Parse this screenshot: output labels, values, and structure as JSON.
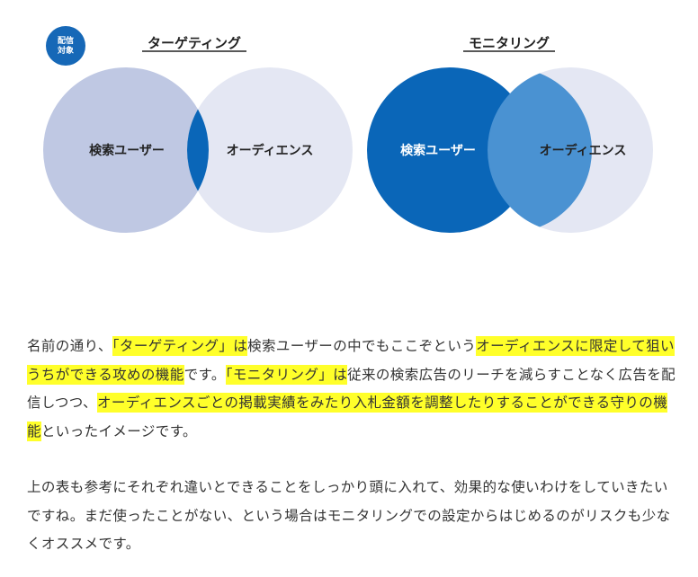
{
  "badge": {
    "line1": "配信",
    "line2": "対象",
    "color": "#1668b7"
  },
  "venn_left": {
    "title": "ターゲティング",
    "left_label": "検索ユーザー",
    "right_label": "オーディエンス",
    "left_color": "#bfc8e3",
    "right_color": "#e4e7f3",
    "overlap_color": "#0a66b8",
    "highlighted": "overlap"
  },
  "venn_right": {
    "title": "モニタリング",
    "left_label": "検索ユーザー",
    "right_label": "オーディエンス",
    "left_color": "#0a66b8",
    "right_color": "#e4e7f3",
    "overlap_color": "#4a92d2",
    "highlighted": "left"
  },
  "paragraph1": {
    "p1": "名前の通り、",
    "h1": "「ターゲティング」は",
    "p2": "検索ユーザーの中でもここぞという",
    "h2": "オーディエンスに限定して狙いうちができる攻めの機能",
    "p3": "です。",
    "h3": "「モニタリング」は",
    "p4": "従来の検索広告のリーチを減らすことなく広告を配信しつつ、",
    "h4": "オーディエンスごとの掲載実績をみたり入札金額を調整したりすることができる守りの機能",
    "p5": "といったイメージです。"
  },
  "paragraph2": {
    "text": "上の表も参考にそれぞれ違いとできることをしっかり頭に入れて、効果的な使いわけをしていきたいですね。まだ使ったことがない、という場合はモニタリングでの設定からはじめるのがリスクも少なくオススメです。"
  },
  "highlight_color": "#ffff2a"
}
